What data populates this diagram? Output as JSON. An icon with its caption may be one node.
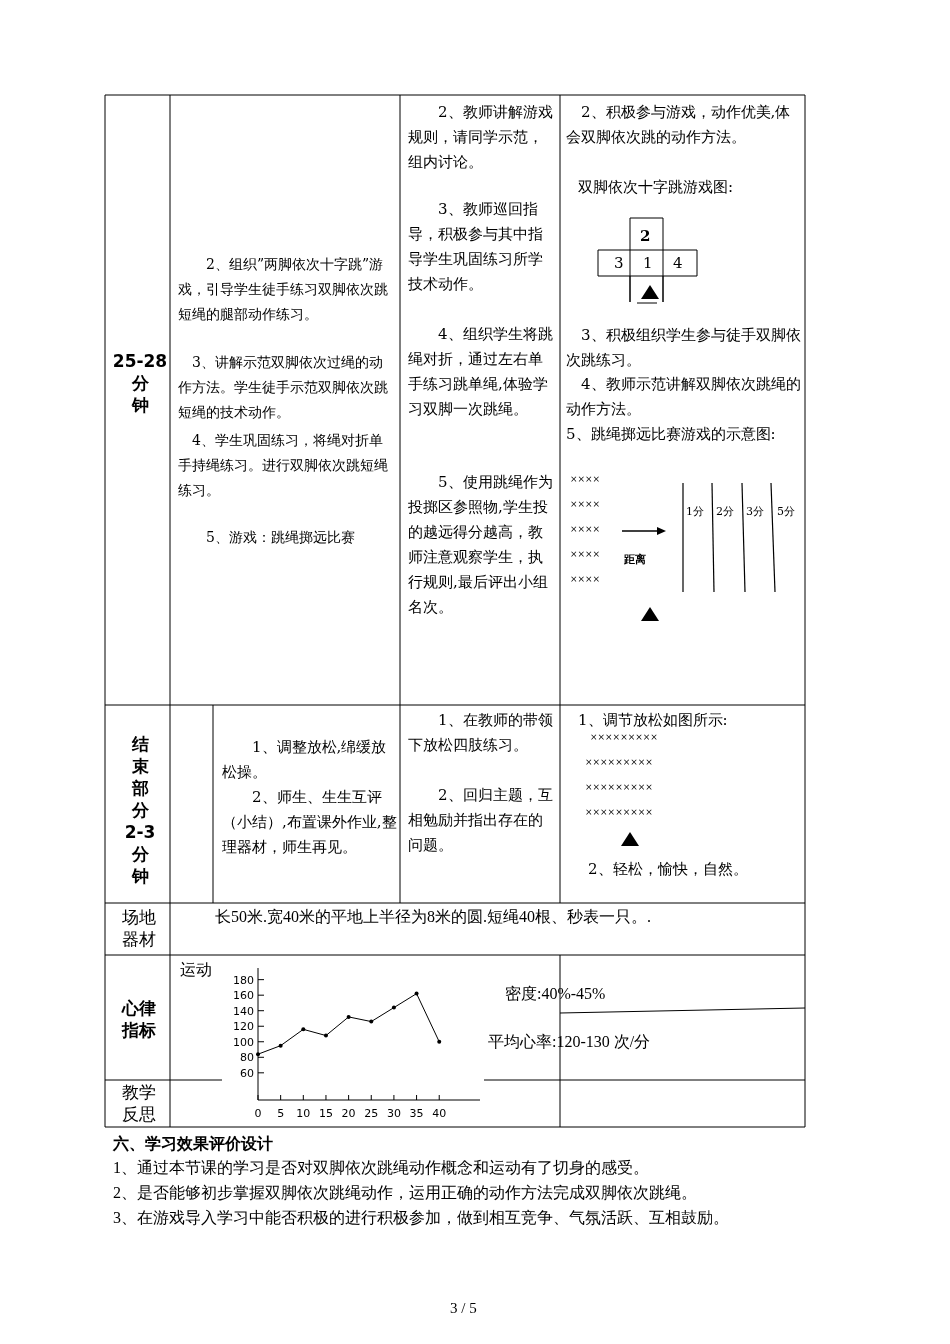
{
  "diagram": {
    "labels": [
      "25-28分钟",
      "2、组织”两脚依次十字跳”游戏，引导学生徒手练习双脚依次跳短绳的腿部动作练习。",
      "3、讲解示范双脚依次过绳的动作方法。学生徒手示范双脚依次跳短绳的技术动作。",
      "4、学生巩固练习，将绳对折单手持绳练习。进行双脚依次跳短绳练习。",
      "5、游戏：跳绳掷远比赛",
      "2、教师讲解游戏规则，请同学示范，组内讨论。",
      "3、教师巡回指导，积极参与其中指导学生巩固练习所学技术动作。",
      "4、组织学生将跳绳对折，通过左右单手练习跳单绳,体验学习双脚一次跳绳。",
      "5、使用跳绳作为投掷区参照物,学生投的越远得分越高，教师注意观察学生，执行规则,最后评出小组名次。",
      "2、积极参与游戏，动作优美,体会双脚依次跳的动作方法。",
      "双脚依次十字跳游戏图:",
      "2",
      "3",
      "1",
      "4",
      "3、积极组织学生参与徒手双脚依次跳练习。",
      "4、教师示范讲解双脚依次跳绳的动作方法。",
      "5、跳绳掷远比赛游戏的示意图:",
      "××××",
      "××××",
      "1分",
      "2分",
      "3分",
      "5分",
      "××××",
      "××××",
      "距离",
      "××××",
      "结束部分2-3分钟",
      "1、调整放松,绵缓放松操。",
      "2、师生、生生互评（小结）,布置课外作业,整理器材，师生再见。",
      "1、在教师的带领下放松四肢练习。",
      "2、回归主题，互相勉励并指出存在的问题。",
      "1、调节放松如图所示:",
      "×××××××××",
      "×××××××××",
      "×××××××××",
      "×××××××××",
      "2、轻松，愉快，自然。",
      "场地器材",
      "长50米.宽40米的平地上半径为8米的圆.短绳40根、秒表一只。.",
      "心律指标",
      "运动",
      "密度:40%-45%",
      "平均心率:120-130 次/分",
      "教学反思",
      "六、学习效果评价设计",
      "1、通过本节课的学习是否对双脚依次跳绳动作概念和运动有了切身的感受。",
      "2、是否能够初步掌握双脚依次跳绳动作，运用正确的动作方法完成双脚依次跳绳。",
      "3、在游戏导入学习中能否积极的进行积极参加，做到相互竞争、气氛活跃、互相鼓励。",
      "3 / 5"
    ],
    "chart_data": {
      "type": "line",
      "x": [
        0,
        5,
        10,
        15,
        20,
        25,
        30,
        35,
        40
      ],
      "series": [
        {
          "values": [
            84,
            95,
            116,
            108,
            132,
            126,
            144,
            162,
            100
          ]
        }
      ],
      "xticks": [
        0,
        5,
        10,
        15,
        20,
        25,
        30,
        35,
        40
      ],
      "yticks": [
        60,
        80,
        100,
        120,
        140,
        160,
        180
      ],
      "xlim": [
        0,
        49
      ],
      "ylim": [
        25,
        195
      ]
    }
  }
}
